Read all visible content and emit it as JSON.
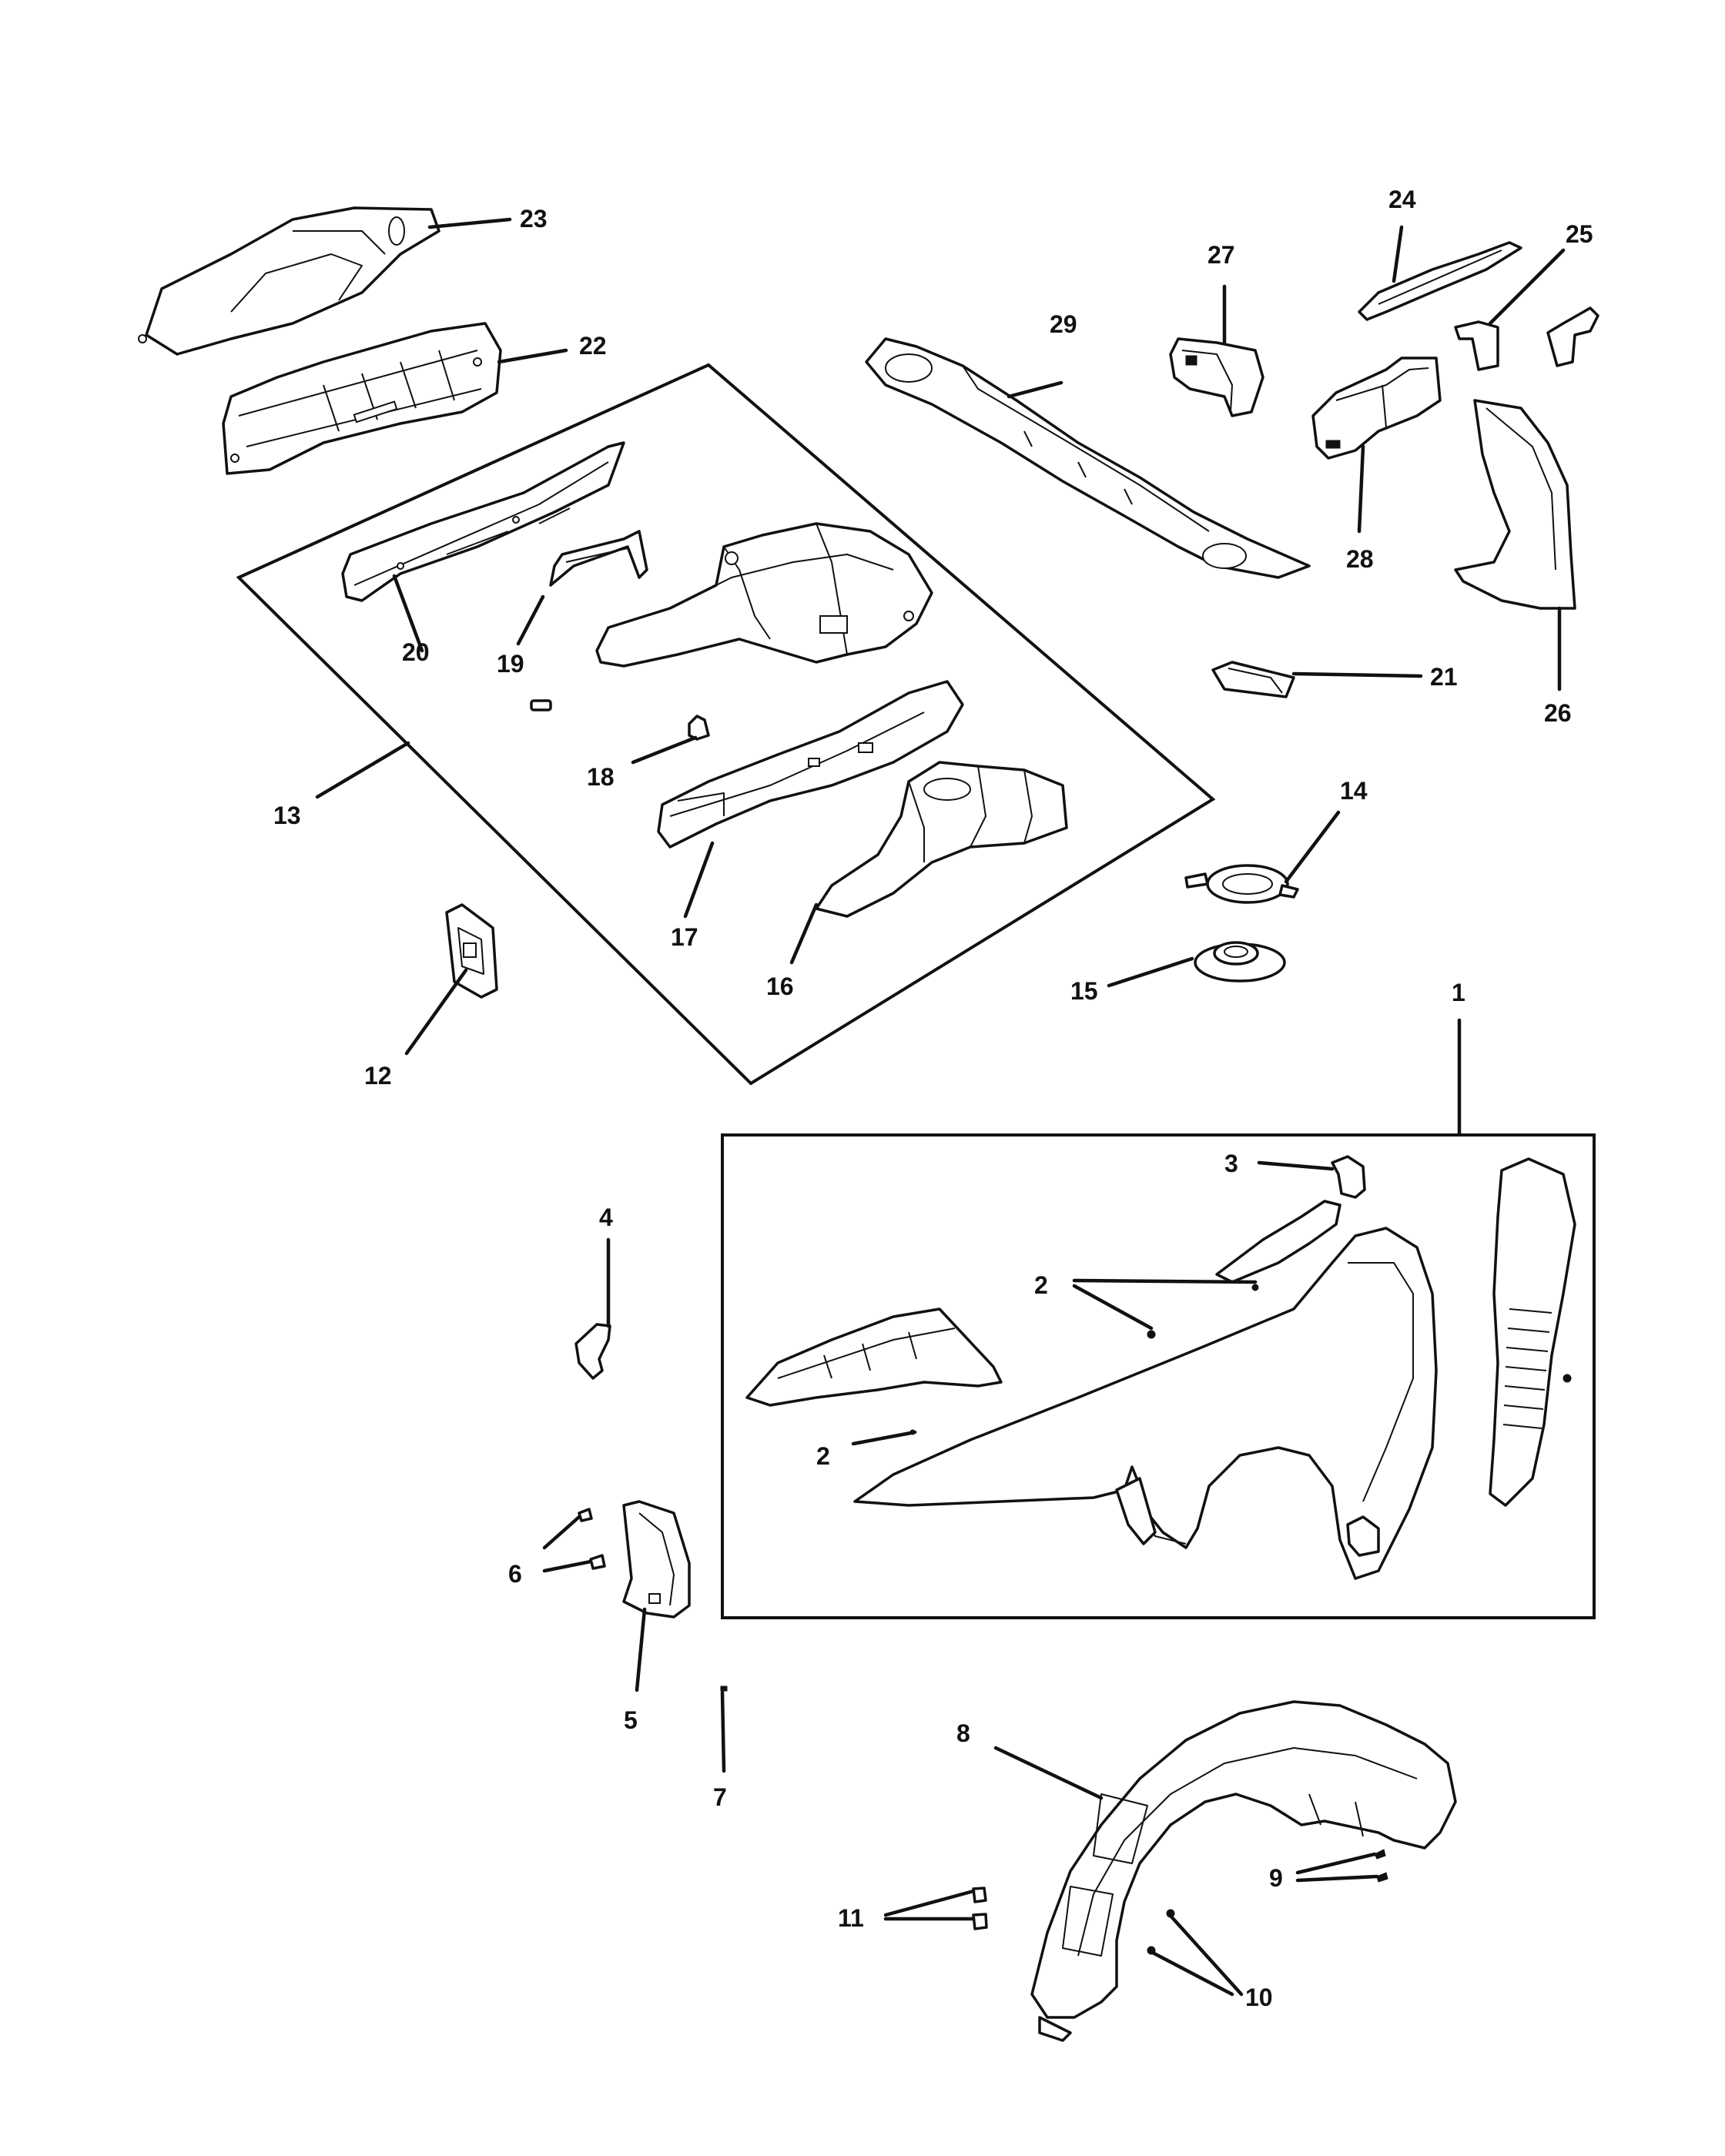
{
  "diagram": {
    "callouts": {
      "c1": "1",
      "c2a": "2",
      "c2b": "2",
      "c3": "3",
      "c4": "4",
      "c5": "5",
      "c6": "6",
      "c7": "7",
      "c8": "8",
      "c9": "9",
      "c10": "10",
      "c11": "11",
      "c12": "12",
      "c13": "13",
      "c14": "14",
      "c15": "15",
      "c16": "16",
      "c17": "17",
      "c18": "18",
      "c19": "19",
      "c20": "20",
      "c21": "21",
      "c22": "22",
      "c23": "23",
      "c24": "24",
      "c25": "25",
      "c26": "26",
      "c27": "27",
      "c28": "28",
      "c29": "29"
    }
  }
}
